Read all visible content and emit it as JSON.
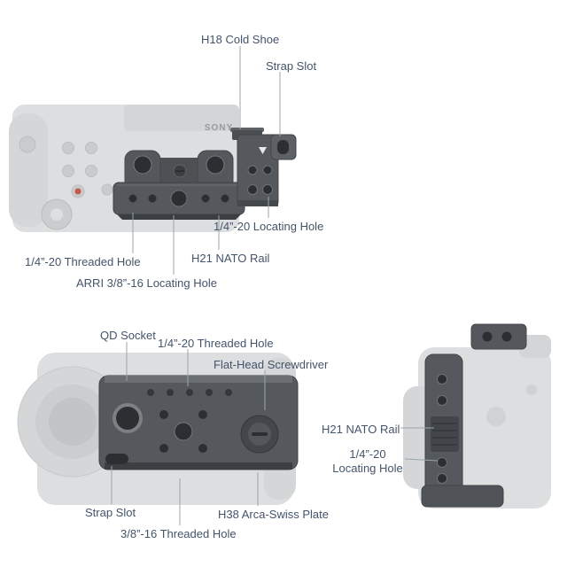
{
  "diagram_title": "Camera cage feature callout diagram",
  "brand_text": "SONY",
  "colors": {
    "background": "#ffffff",
    "label_text": "#44546a",
    "leader_line": "#9aa5ad",
    "cage_dark": "#55595d",
    "cage_darker": "#43474b",
    "hole_dark": "#2c2f31",
    "camera_light": "#dcdedf",
    "record_button_red": "#c25a50"
  },
  "rear_view": {
    "annotations": {
      "cold_shoe": "H18 Cold Shoe",
      "strap_slot": "Strap Slot",
      "locating_hole": "1/4”-20 Locating Hole",
      "threaded_hole": "1/4”-20 Threaded Hole",
      "nato_rail": "H21 NATO Rail",
      "arri_locating_hole": "ARRI 3/8”-16 Locating Hole"
    }
  },
  "bottom_view": {
    "annotations": {
      "qd_socket": "QD Socket",
      "threaded_hole": "1/4”-20 Threaded Hole",
      "screwdriver": "Flat-Head Screwdriver",
      "strap_slot": "Strap Slot",
      "arca_plate": "H38 Arca-Swiss Plate",
      "threaded_hole_38": "3/8”-16 Threaded Hole"
    }
  },
  "side_view": {
    "annotations": {
      "nato_rail": "H21 NATO Rail",
      "locating_hole": "1/4”-20\nLocating Hole"
    }
  }
}
